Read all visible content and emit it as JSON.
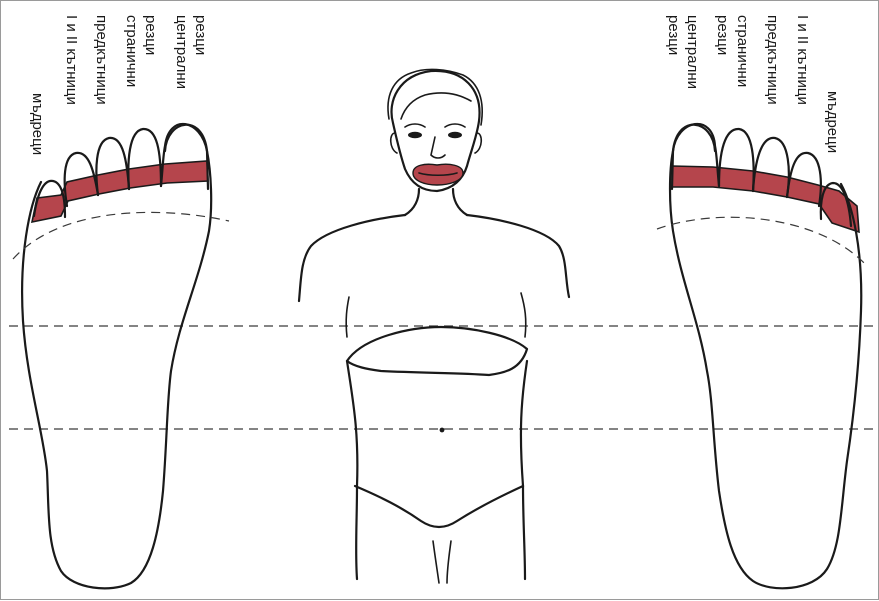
{
  "colors": {
    "zone_fill": "#b5454c",
    "line": "#1a1a1a",
    "dash": "#3a3a3a",
    "border": "#9a9a9a"
  },
  "left_foot": {
    "labels": [
      "мъдреци",
      "I и II кътници",
      "предкътници",
      "странични",
      "резци",
      "централни",
      "резци"
    ]
  },
  "right_foot": {
    "labels": [
      "резци",
      "централни",
      "резци",
      "странични",
      "предкътници",
      "I и II кътници",
      "мъдреци"
    ]
  }
}
